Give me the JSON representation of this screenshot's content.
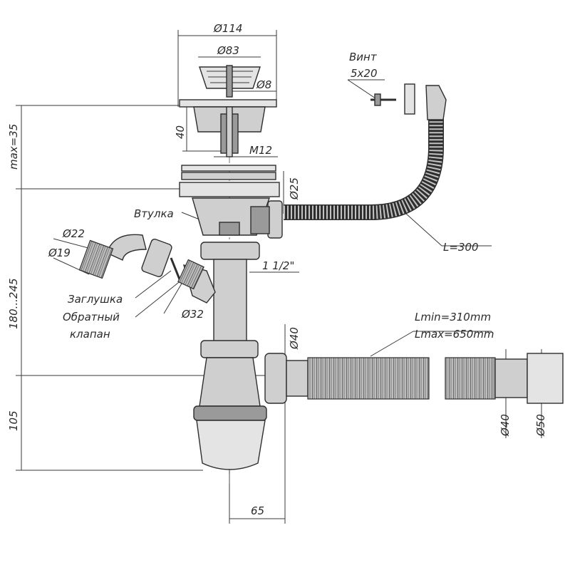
{
  "labels": {
    "d114": "Ø114",
    "d83": "Ø83",
    "d8": "Ø8",
    "h40": "40",
    "m12": "M12",
    "d25": "Ø25",
    "vtulka": "Втулка",
    "l300": "L=300",
    "screw_title": "Винт",
    "screw_size": "5x20",
    "d22": "Ø22",
    "d19": "Ø19",
    "thread": "1 1/2\"",
    "zaglushka": "Заглушка",
    "obratny": "Обратный",
    "klapan": "клапан",
    "d32": "Ø32",
    "d40_top": "Ø40",
    "lmin": "Lmin=310mm",
    "lmax": "Lmax=650mm",
    "d40_right": "Ø40",
    "d50": "Ø50",
    "max35": "max=35",
    "h180": "180...245",
    "h105": "105",
    "w65": "65"
  },
  "colors": {
    "line": "#2e2e2e",
    "fill": "#cfcfcf",
    "fill_light": "#e4e4e4",
    "fill_dark": "#9a9a9a"
  }
}
